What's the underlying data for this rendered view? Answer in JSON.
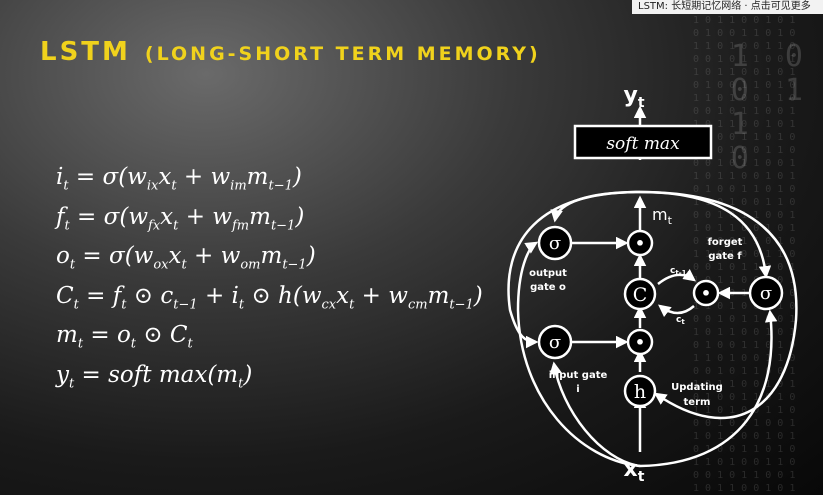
{
  "banner": {
    "text": "LSTM: 长短期记忆网络 · 点击可见更多"
  },
  "title": {
    "main": "LSTM",
    "sub": "(LONG-SHORT TERM MEMORY)"
  },
  "equations": [
    {
      "lhs": "i",
      "text": "i_t = σ(w_ix x_t + w_im m_t−1)"
    },
    {
      "lhs": "f",
      "text": "f_t = σ(w_fx x_t + w_fm m_t−1)"
    },
    {
      "lhs": "o",
      "text": "o_t = σ(w_ox x_t + w_om m_t−1)"
    },
    {
      "lhs": "C",
      "text": "C_t = f_t ⊙ c_t−1 + i_t ⊙ h(w_cx x_t + w_cm m_t−1)"
    },
    {
      "lhs": "m",
      "text": "m_t = o_t ⊙ C_t"
    },
    {
      "lhs": "y",
      "text": "y_t = soft max(m_t)"
    }
  ],
  "eq_parts": {
    "e1": {
      "a": "i",
      "s1": "t",
      "b": " = σ(w",
      "s2": "ix",
      "c": "x",
      "s3": "t",
      "d": " + w",
      "s4": "im",
      "e": "m",
      "s5": "t−1",
      "f": ")"
    },
    "e2": {
      "a": "f",
      "s1": "t",
      "b": " = σ(w",
      "s2": "fx",
      "c": "x",
      "s3": "t",
      "d": " + w",
      "s4": "fm",
      "e": "m",
      "s5": "t−1",
      "f": ")"
    },
    "e3": {
      "a": "o",
      "s1": "t",
      "b": " = σ(w",
      "s2": "ox",
      "c": "x",
      "s3": "t",
      "d": " + w",
      "s4": "om",
      "e": "m",
      "s5": "t−1",
      "f": ")"
    },
    "e4": {
      "a": "C",
      "s1": "t",
      "b": " = f",
      "s2": "t",
      "c": " ⊙ c",
      "s3": "t−1",
      "d": " + i",
      "s4": "t",
      "e": " ⊙ h(w",
      "s5": "cx",
      "f": "x",
      "s6": "t",
      "g": " + w",
      "s7": "cm",
      "h": "m",
      "s8": "t−1",
      "i": ")"
    },
    "e5": {
      "a": "m",
      "s1": "t",
      "b": " = o",
      "s2": "t",
      "c": " ⊙ C",
      "s3": "t"
    },
    "e6": {
      "a": "y",
      "s1": "t",
      "b": " = soft max(m",
      "s2": "t",
      "c": ")"
    }
  },
  "diagram": {
    "output_label": "y",
    "output_sub": "t",
    "input_label": "x",
    "input_sub": "t",
    "softmax_label": "soft max",
    "memory_label": "m",
    "memory_sub": "t",
    "sigma": "σ",
    "cell_label": "C",
    "h_label": "h",
    "output_gate_line1": "output",
    "output_gate_line2": "gate o",
    "input_gate_line1": "input gate",
    "input_gate_line2": "i",
    "forget_gate_line1": "forget",
    "forget_gate_line2": "gate f",
    "updating_line1": "Updating",
    "updating_line2": "term",
    "c_prev": "c",
    "c_prev_sub": "t-1",
    "c_cur": "c",
    "c_cur_sub": "t",
    "dot": "•"
  },
  "decor": {
    "binary_small": "1 0 1 1 0 0 1 0 1\n0 1 0 0 1 1 0 1 0\n1 1 0 1 0 0 1 1 0\n0 0 1 0 1 1 0 0 1\n1 0 1 1 0 0 1 0 1\n0 1 0 0 1 1 0 1 0\n1 1 0 1 0 0 1 1 0\n0 0 1 0 1 1 0 0 1\n1 0 1 1 0 0 1 0 1\n0 1 0 0 1 1 0 1 0\n1 1 0 1 0 0 1 1 0\n0 0 1 0 1 1 0 0 1\n1 0 1 1 0 0 1 0 1\n0 1 0 0 1 1 0 1 0\n1 1 0 1 0 0 1 1 0\n0 0 1 0 1 1 0 0 1\n1 0 1 1 0 0 1 0 1\n0 1 0 0 1 1 0 1 0\n1 1 0 1 0 0 1 1 0\n0 0 1 0 1 1 0 0 1\n1 0 1 1 0 0 1 0 1\n0 1 0 0 1 1 0 1 0\n1 1 0 1 0 0 1 1 0\n0 0 1 0 1 1 0 0 1\n1 0 1 1 0 0 1 0 1\n0 1 0 0 1 1 0 1 0\n1 1 0 1 0 0 1 1 0\n0 0 1 0 1 1 0 0 1\n1 0 1 1 0 0 1 0 1\n0 1 0 0 1 1 0 1 0\n1 1 0 1 0 0 1 1 0\n0 0 1 0 1 1 0 0 1\n1 0 1 1 0 0 1 0 1\n0 1 0 0 1 1 0 1 0\n1 1 0 1 0 0 1 1 0\n0 0 1 0 1 1 0 0 1\n1 0 1 1 0 0 1 0 1",
    "binary_big": "1  0\n0  1\n1\n0"
  }
}
